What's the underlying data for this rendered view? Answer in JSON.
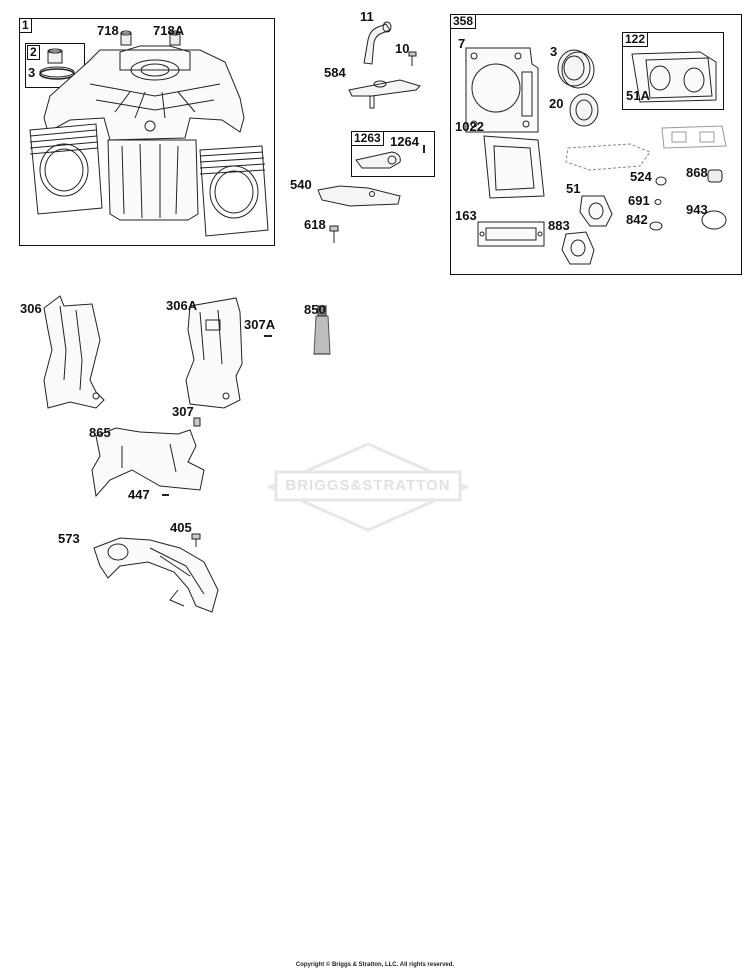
{
  "groups": {
    "g1": "1",
    "g2": "2",
    "g358": "358",
    "g122": "122",
    "g1263": "1263"
  },
  "labels": {
    "l718": "718",
    "l718a": "718A",
    "l3a": "3",
    "l11": "11",
    "l10": "10",
    "l584": "584",
    "l1264": "1264",
    "l540": "540",
    "l618": "618",
    "l7": "7",
    "l3b": "3",
    "l20": "20",
    "l51a": "51A",
    "l1022": "1022",
    "l524": "524",
    "l868": "868",
    "l51": "51",
    "l691": "691",
    "l842": "842",
    "l943": "943",
    "l163": "163",
    "l883": "883",
    "l306": "306",
    "l306a": "306A",
    "l307a": "307A",
    "l850": "850",
    "l307": "307",
    "l865": "865",
    "l447": "447",
    "l573": "573",
    "l405": "405"
  },
  "watermark": "BRIGGS&STRATTON",
  "copyright": "Copyright © Briggs & Stratton, LLC. All rights reserved."
}
